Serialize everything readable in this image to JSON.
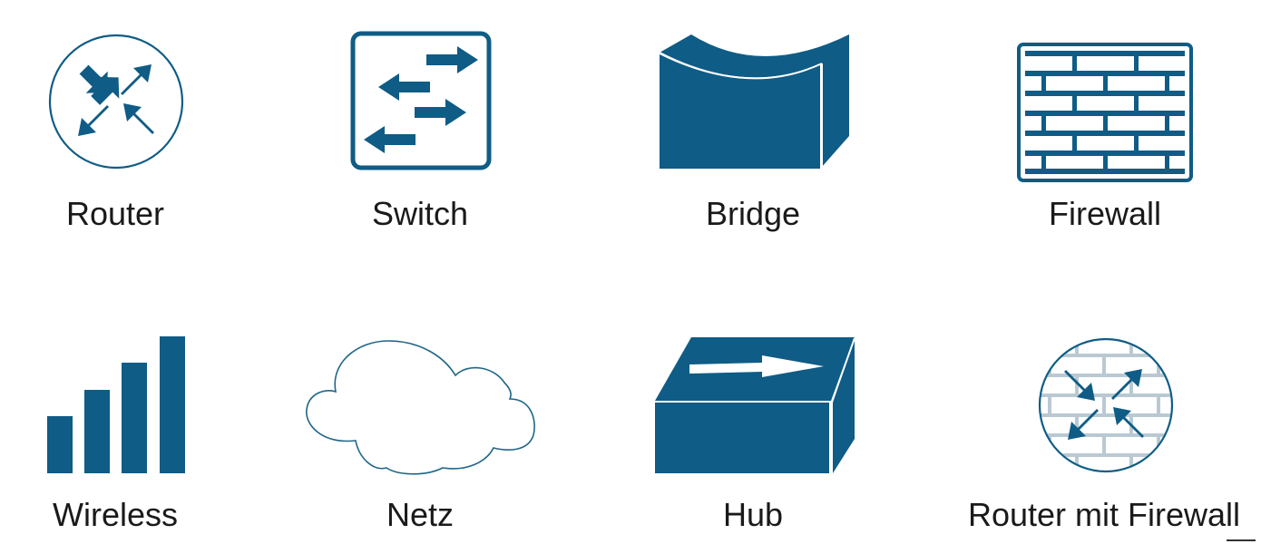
{
  "colors": {
    "primary": "#0f5c86",
    "outline": "#1f6688",
    "background": "#ffffff",
    "label": "#1a1a1a"
  },
  "devices": [
    {
      "id": "router",
      "icon": "router-icon",
      "label": "Router"
    },
    {
      "id": "switch",
      "icon": "switch-icon",
      "label": "Switch"
    },
    {
      "id": "bridge",
      "icon": "bridge-icon",
      "label": "Bridge"
    },
    {
      "id": "firewall",
      "icon": "firewall-icon",
      "label": "Firewall"
    },
    {
      "id": "wireless",
      "icon": "wireless-icon",
      "label": "Wireless"
    },
    {
      "id": "netz",
      "icon": "cloud-icon",
      "label": "Netz"
    },
    {
      "id": "hub",
      "icon": "hub-icon",
      "label": "Hub"
    },
    {
      "id": "router-firewall",
      "icon": "router-firewall-icon",
      "label": "Router mit Firewall"
    }
  ]
}
